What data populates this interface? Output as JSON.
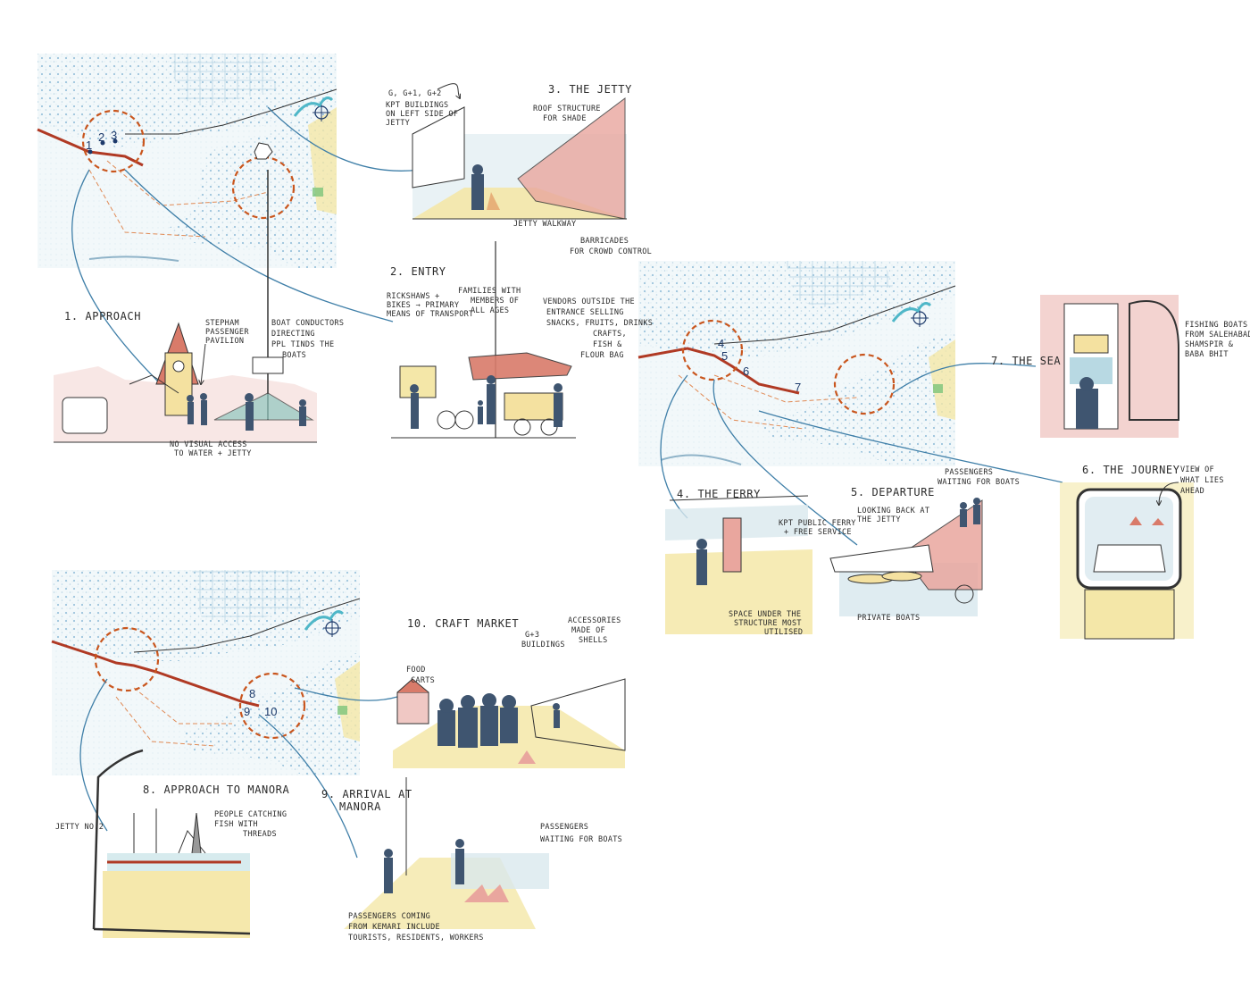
{
  "colors": {
    "route": "#b03a24",
    "focus_ring": "#c9561e",
    "connector": "#3f7fa8",
    "map_blue": "#9cc4dc",
    "water": "#dbe9ef",
    "sand": "#f4e7a8",
    "pink": "#f0c8c4",
    "figure": "#3f5570",
    "green": "#7cc47a"
  },
  "map_a": {
    "stops": [
      "1",
      "2",
      "3"
    ]
  },
  "map_b": {
    "stops": [
      "4",
      "5",
      "6",
      "7"
    ]
  },
  "map_c": {
    "stops": [
      "8",
      "9",
      "10"
    ]
  },
  "scenes": {
    "approach": {
      "title": "1. APPROACH",
      "notes": [
        "STEPHAM",
        "PASSENGER",
        "PAVILION",
        "BOAT CONDUCTORS",
        "DIRECTING",
        "PPL TINDS THE",
        "BOATS",
        "NO VISUAL ACCESS",
        "TO WATER + JETTY"
      ]
    },
    "entry": {
      "title": "2. ENTRY",
      "notes": [
        "RICKSHAWS +",
        "BIKES → PRIMARY",
        "MEANS OF TRANSPORT",
        "FAMILIES WITH",
        "MEMBERS OF",
        "ALL AGES",
        "VENDORS OUTSIDE THE",
        "ENTRANCE SELLING",
        "SNACKS, FRUITS, DRINKS",
        "CRAFTS,",
        "FISH &",
        "FLOUR BAG"
      ]
    },
    "jetty": {
      "title": "3. THE JETTY",
      "notes": [
        "G, G+1, G+2",
        "KPT BUILDINGS",
        "ON LEFT SIDE OF",
        "JETTY",
        "ROOF STRUCTURE",
        "FOR SHADE",
        "JETTY WALKWAY",
        "BARRICADES",
        "FOR CROWD CONTROL"
      ]
    },
    "ferry": {
      "title": "4. THE FERRY",
      "notes": [
        "KPT PUBLIC FERRY",
        "+ FREE SERVICE",
        "SPACE UNDER THE",
        "STRUCTURE MOST",
        "UTILISED"
      ]
    },
    "departure": {
      "title": "5. DEPARTURE",
      "notes": [
        "LOOKING BACK AT",
        "THE JETTY",
        "PASSENGERS",
        "WAITING FOR BOATS",
        "PRIVATE BOATS"
      ]
    },
    "journey": {
      "title": "6. THE JOURNEY",
      "notes": [
        "VIEW OF",
        "WHAT LIES",
        "AHEAD"
      ]
    },
    "sea": {
      "title": "7. THE SEA",
      "notes": [
        "FISHING BOATS",
        "FROM SALEHABAD,",
        "SHAMSPIR &",
        "BABA BHIT"
      ]
    },
    "approach_manora": {
      "title": "8. APPROACH TO MANORA",
      "notes": [
        "JETTY NO.2",
        "PEOPLE CATCHING",
        "FISH WITH",
        "THREADS"
      ]
    },
    "arrival": {
      "title_line1": "9. ARRIVAL AT",
      "title_line2": "MANORA",
      "notes": [
        "PASSENGERS",
        "WAITING FOR BOATS",
        "PASSENGERS COMING",
        "FROM KEMARI INCLUDE",
        "TOURISTS, RESIDENTS, WORKERS"
      ]
    },
    "craft": {
      "title": "10. CRAFT MARKET",
      "notes": [
        "G+3",
        "BUILDINGS",
        "ACCESSORIES",
        "MADE OF",
        "SHELLS",
        "FOOD",
        "CARTS"
      ]
    }
  },
  "icons": [
    "compass-icon",
    "bird-icon"
  ]
}
